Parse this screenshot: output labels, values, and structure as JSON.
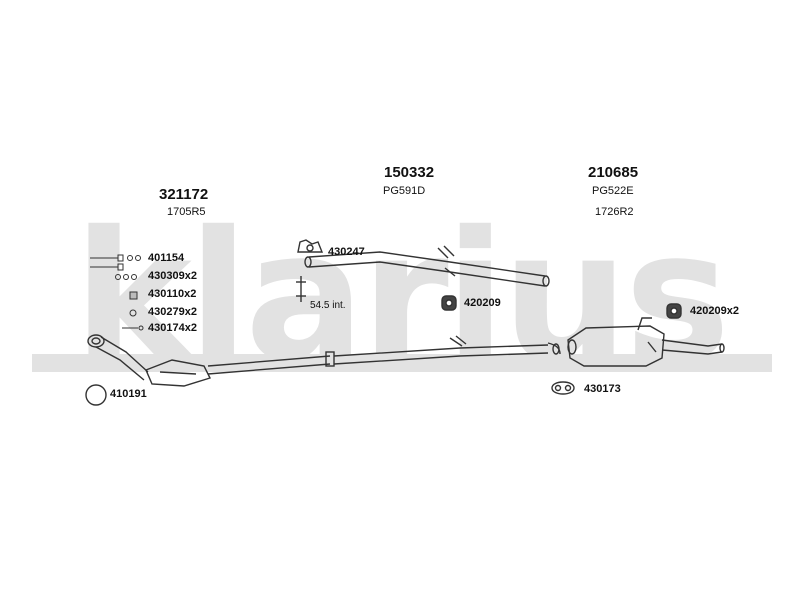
{
  "watermark": {
    "text": "klarius",
    "color": "#e2e2e2"
  },
  "assemblies": {
    "front": {
      "number": "321172",
      "code": "1705R5"
    },
    "middle": {
      "number": "150332",
      "code": "PG591D"
    },
    "rear": {
      "number": "210685",
      "code": "PG522E",
      "code2": "1726R2"
    }
  },
  "parts": {
    "p401154": "401154",
    "p430309": "430309x2",
    "p430110": "430110x2",
    "p430279": "430279x2",
    "p430174": "430174x2",
    "p410191": "410191",
    "p430247": "430247",
    "p420209": "420209",
    "p420209x2": "420209x2",
    "p430173": "430173"
  },
  "notes": {
    "length": "54.5 int."
  },
  "colors": {
    "line": "#333333",
    "text": "#111111"
  },
  "icons": [
    "clamp-icon",
    "mounting-rubber-icon",
    "gasket-ring-icon",
    "bolt-icon",
    "spring-icon",
    "nut-icon",
    "rubber-ring-icon"
  ]
}
